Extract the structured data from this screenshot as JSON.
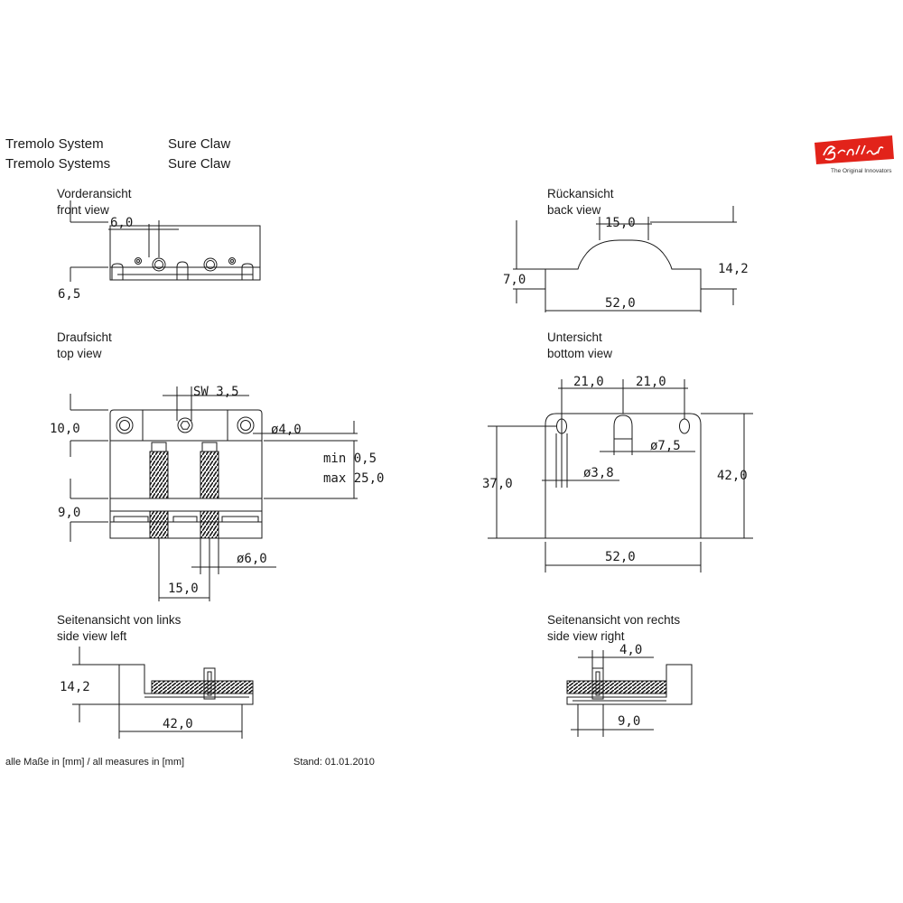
{
  "header": {
    "left_line1": "Tremolo System",
    "left_line2": "Tremolo Systems",
    "model_line1": "Sure Claw",
    "model_line2": "Sure Claw"
  },
  "logo": {
    "brand": "Schaller",
    "tagline": "The Original Innovators",
    "color": "#e2231a"
  },
  "views": {
    "front": {
      "label_de": "Vorderansicht",
      "label_en": "front view",
      "dims": [
        "6,0",
        "6,5"
      ]
    },
    "back": {
      "label_de": "Rückansicht",
      "label_en": "back view",
      "dims": [
        "15,0",
        "14,2",
        "7,0",
        "52,0"
      ]
    },
    "top": {
      "label_de": "Draufsicht",
      "label_en": "top view",
      "dims": [
        "SW 3,5",
        "10,0",
        "ø4,0",
        "min 0,5",
        "max 25,0",
        "9,0",
        "ø6,0",
        "15,0"
      ]
    },
    "bottom": {
      "label_de": "Untersicht",
      "label_en": "bottom view",
      "dims": [
        "21,0",
        "21,0",
        "ø7,5",
        "37,0",
        "ø3,8",
        "42,0",
        "52,0"
      ]
    },
    "side_left": {
      "label_de": "Seitenansicht von links",
      "label_en": "side view left",
      "dims": [
        "14,2",
        "42,0"
      ]
    },
    "side_right": {
      "label_de": "Seitenansicht  von rechts",
      "label_en": "side view right",
      "dims": [
        "4,0",
        "9,0"
      ]
    }
  },
  "footer": {
    "units": "alle Maße in [mm] / all measures in [mm]",
    "date": "Stand: 01.01.2010"
  }
}
